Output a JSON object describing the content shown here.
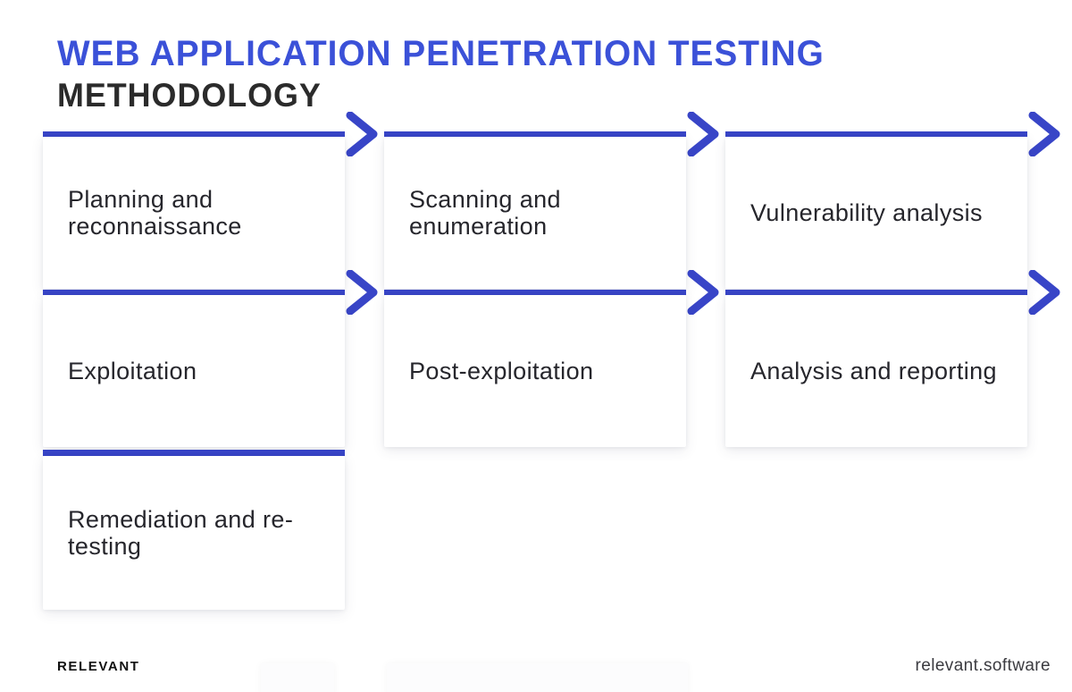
{
  "title": {
    "line1": "WEB APPLICATION PENETRATION TESTING",
    "line2": "METHODOLOGY"
  },
  "steps": [
    {
      "label": "Planning and reconnaissance",
      "arrow": true
    },
    {
      "label": "Scanning and enumeration",
      "arrow": true
    },
    {
      "label": "Vulnerability analysis",
      "arrow": true
    },
    {
      "label": "Exploitation",
      "arrow": true
    },
    {
      "label": "Post-exploitation",
      "arrow": true
    },
    {
      "label": "Analysis and reporting",
      "arrow": true
    },
    {
      "label": "Remediation and re-testing",
      "arrow": false
    }
  ],
  "footer": {
    "brand": "RELEVANT",
    "website": "relevant.software"
  },
  "colors": {
    "title_blue": "#3B51D8",
    "heading_dark": "#2B2B2B",
    "arrow_blue": "#3845C7",
    "text_dark": "#26262C",
    "card_bg": "#FFFFFF"
  }
}
